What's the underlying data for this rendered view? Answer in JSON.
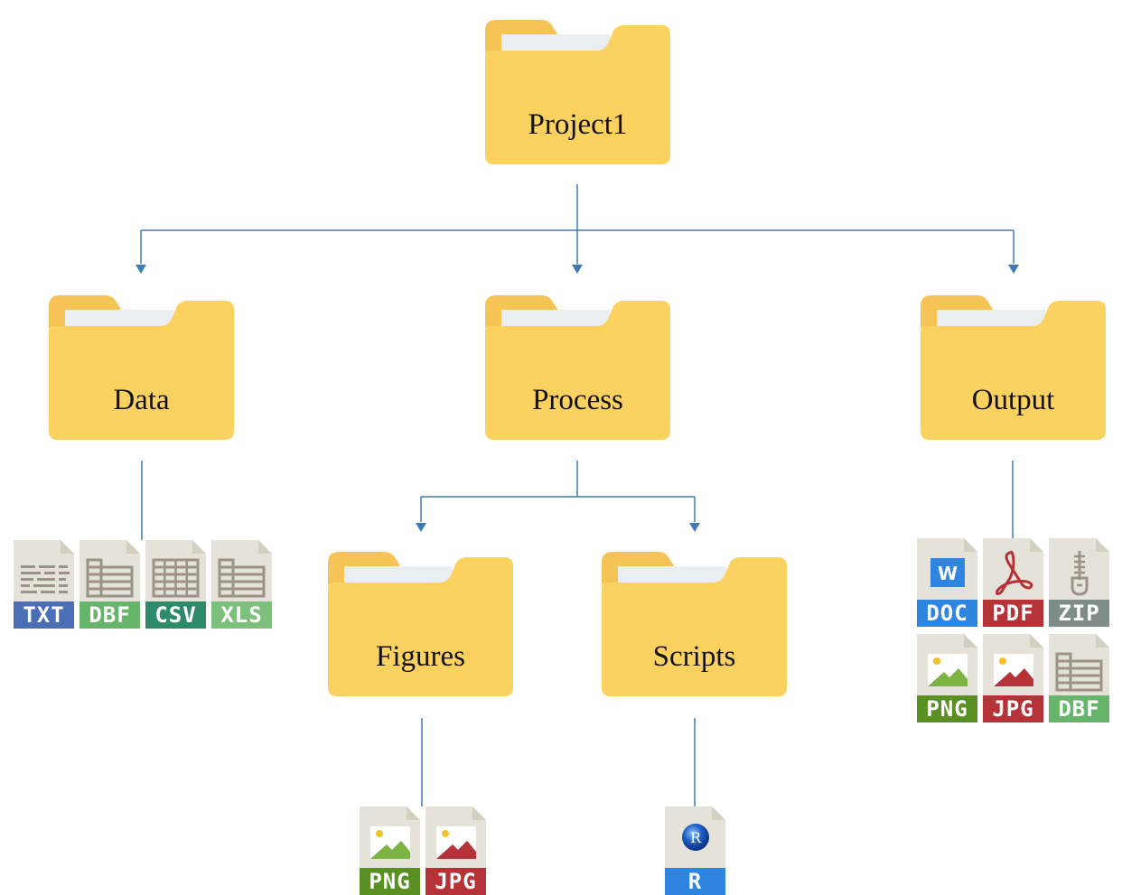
{
  "diagram": {
    "type": "folder-tree",
    "colors": {
      "connector": "#3d7ab8",
      "folder_body": "#fbd15f",
      "folder_tab": "#f6c357",
      "folder_paper": "#e9eef1",
      "file_page": "#e5e3d9",
      "file_fold": "#d3d0c2",
      "glyph_gray": "#9c9287"
    },
    "root": {
      "name": "Project1"
    },
    "folders": [
      {
        "id": "project1",
        "name": "Project1"
      },
      {
        "id": "data",
        "name": "Data",
        "parent": "project1"
      },
      {
        "id": "process",
        "name": "Process",
        "parent": "project1"
      },
      {
        "id": "output",
        "name": "Output",
        "parent": "project1"
      },
      {
        "id": "figures",
        "name": "Figures",
        "parent": "process"
      },
      {
        "id": "scripts",
        "name": "Scripts",
        "parent": "process"
      }
    ],
    "files": {
      "data": [
        {
          "ext": "TXT",
          "icon": "text-lines-icon",
          "color": "#4a6fb5"
        },
        {
          "ext": "DBF",
          "icon": "table-icon",
          "color": "#67b56b"
        },
        {
          "ext": "CSV",
          "icon": "grid-icon",
          "color": "#2e8b6a"
        },
        {
          "ext": "XLS",
          "icon": "table-icon",
          "color": "#7cc07c"
        }
      ],
      "figures": [
        {
          "ext": "PNG",
          "icon": "image-icon",
          "color": "#5a8f23",
          "accent": "#7cb342"
        },
        {
          "ext": "JPG",
          "icon": "image-icon",
          "color": "#b53338",
          "accent": "#b53338"
        }
      ],
      "scripts": [
        {
          "ext": "R",
          "icon": "r-logo-icon",
          "color": "#2f86e0"
        }
      ],
      "output": [
        {
          "ext": "DOC",
          "icon": "word-icon",
          "color": "#2f86e0"
        },
        {
          "ext": "PDF",
          "icon": "acrobat-icon",
          "color": "#b53338"
        },
        {
          "ext": "ZIP",
          "icon": "zipper-icon",
          "color": "#7e8d8a"
        },
        {
          "ext": "PNG",
          "icon": "image-icon",
          "color": "#5a8f23",
          "accent": "#7cb342"
        },
        {
          "ext": "JPG",
          "icon": "image-icon",
          "color": "#b53338",
          "accent": "#b53338"
        },
        {
          "ext": "DBF",
          "icon": "table-icon",
          "color": "#67b56b"
        }
      ]
    },
    "glyphs": {
      "word_letter": "W",
      "r_letter": "R"
    }
  }
}
